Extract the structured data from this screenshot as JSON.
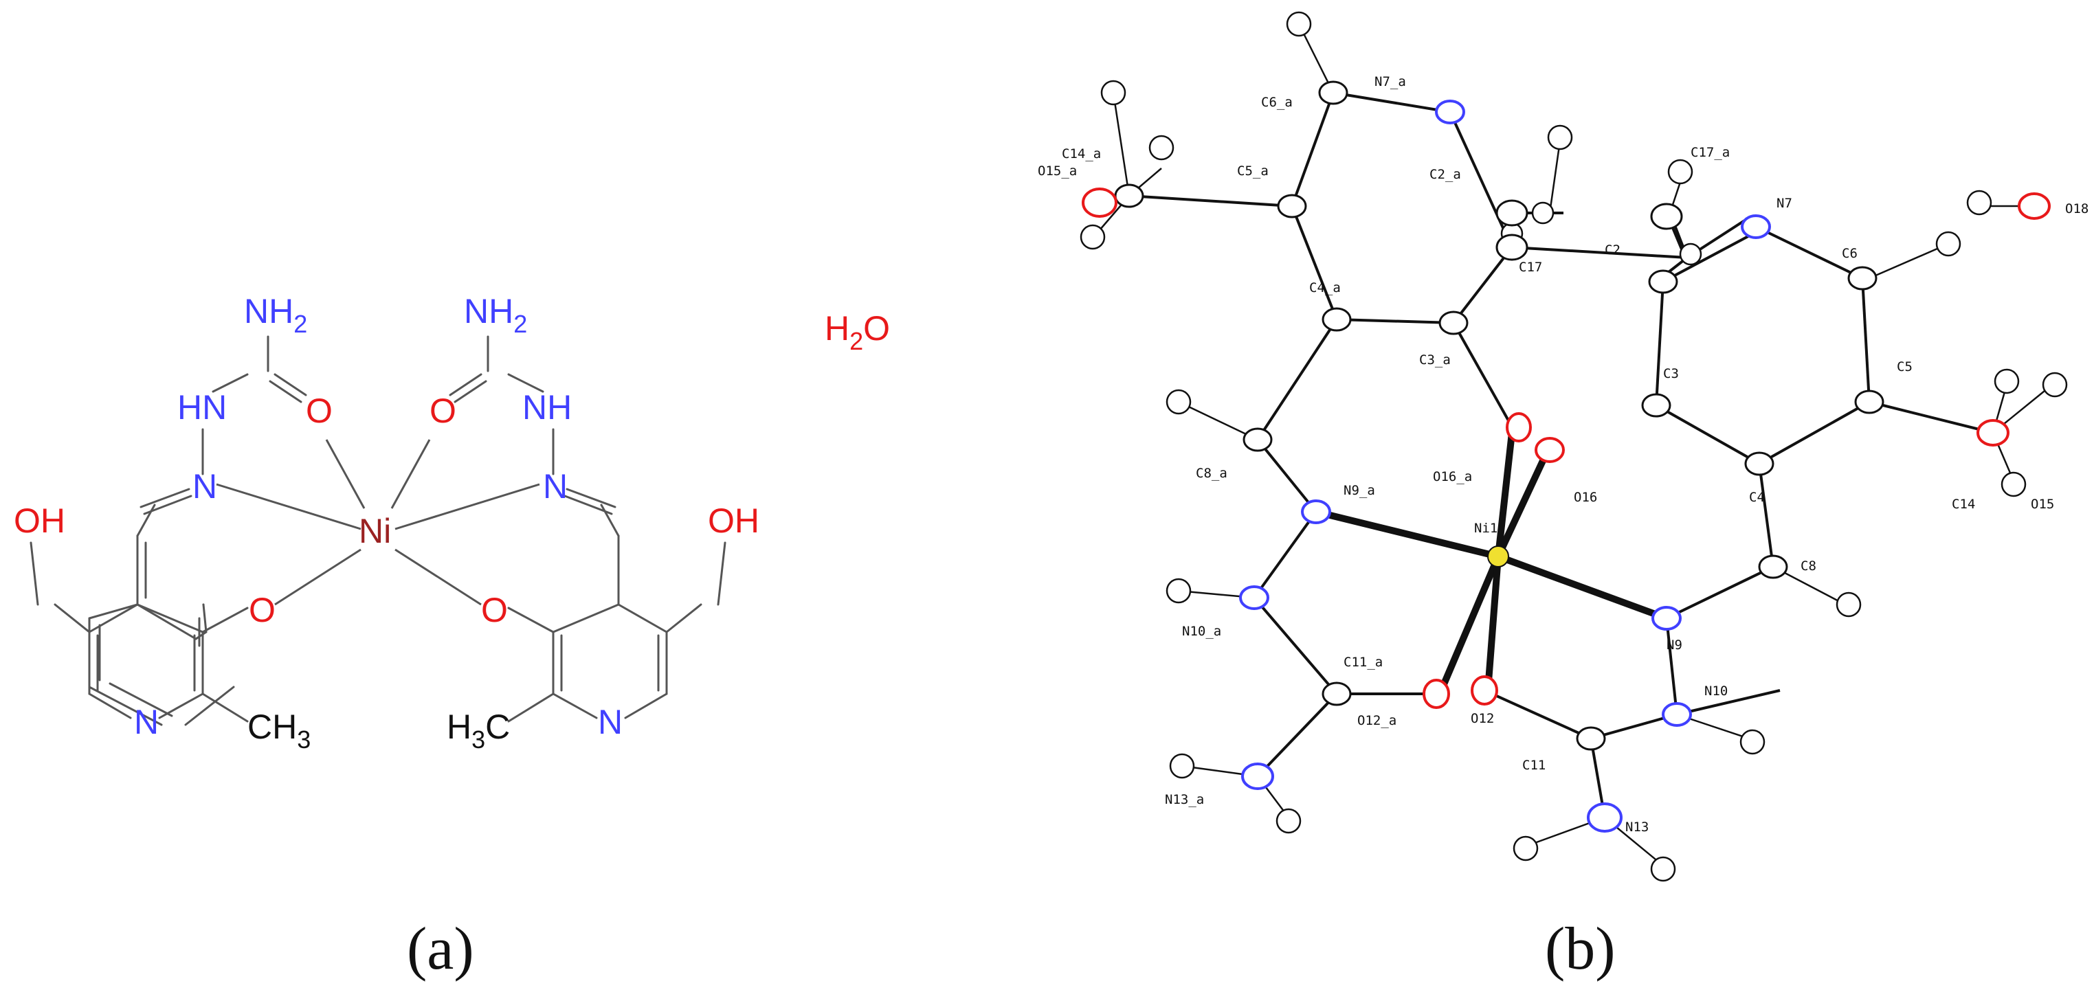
{
  "colors": {
    "nitrogen": "#4040ff",
    "oxygen": "#e8191a",
    "nickel": "#9b2222",
    "carbon": "#111111",
    "bond": "#555555",
    "ni_atom": "#f0e030"
  },
  "panel_a": {
    "caption": "(a)",
    "left_ligand": {
      "nh2": "NH",
      "nh2_sub": "2",
      "hn": "HN",
      "o_carbonyl": "O",
      "n_imine": "N",
      "o_phenolate": "O",
      "oh": "OH",
      "n_ring": "N",
      "ch3": "CH",
      "ch3_sub": "3"
    },
    "right_ligand": {
      "nh2": "NH",
      "nh2_sub": "2",
      "nh": "NH",
      "o_carbonyl": "O",
      "n_imine": "N",
      "o_phenolate": "O",
      "oh": "OH",
      "n_ring": "N",
      "h3c": "H",
      "h3c_sub": "3",
      "h3c_c": "C"
    },
    "metal": "Ni",
    "water": {
      "h": "H",
      "h_sub": "2",
      "o": "O"
    }
  },
  "panel_b": {
    "caption": "(b)",
    "labels": {
      "N7_a": "N7_a",
      "C6_a": "C6_a",
      "C14_a": "C14_a",
      "O15_a": "O15_a",
      "C5_a": "C5_a",
      "C2_a": "C2_a",
      "C17_a": "C17_a",
      "N7": "N7",
      "O18": "O18",
      "C17": "C17",
      "C2": "C2",
      "C6": "C6",
      "C4_a": "C4_a",
      "C3_a": "C3_a",
      "C3": "C3",
      "C5": "C5",
      "C8_a": "C8_a",
      "O16_a": "O16_a",
      "O16": "O16",
      "C4": "C4",
      "C14": "C14",
      "O15": "O15",
      "N9_a": "N9_a",
      "Ni1": "Ni1",
      "C8": "C8",
      "N10_a": "N10_a",
      "N9": "N9",
      "C11_a": "C11_a",
      "N10": "N10",
      "O12_a": "O12_a",
      "O12": "O12",
      "C11": "C11",
      "N13_a": "N13_a",
      "N13": "N13"
    }
  }
}
